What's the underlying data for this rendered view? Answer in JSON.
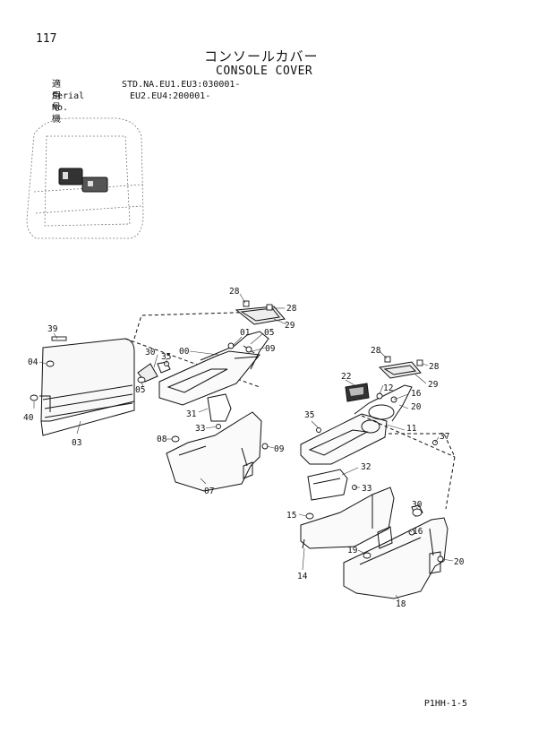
{
  "header": {
    "page_number": "117",
    "title_jp": "コンソールカバー",
    "title_en": "CONSOLE COVER"
  },
  "serial_info": {
    "label_jp": "適用号機",
    "label_en": "Serial No.",
    "line1": "STD.NA.EU1.EU3:030001-",
    "line2": "EU2.EU4:200001-"
  },
  "footer": {
    "code": "P1HH-1-5"
  },
  "callouts": {
    "left": [
      "28",
      "28",
      "29",
      "39",
      "30",
      "35",
      "00",
      "01",
      "05",
      "09",
      "04",
      "05",
      "40",
      "03",
      "31",
      "33",
      "08",
      "09",
      "07"
    ],
    "right": [
      "28",
      "28",
      "29",
      "22",
      "12",
      "16",
      "20",
      "35",
      "11",
      "37",
      "32",
      "33",
      "15",
      "30",
      "16",
      "14",
      "19",
      "20",
      "18"
    ]
  }
}
